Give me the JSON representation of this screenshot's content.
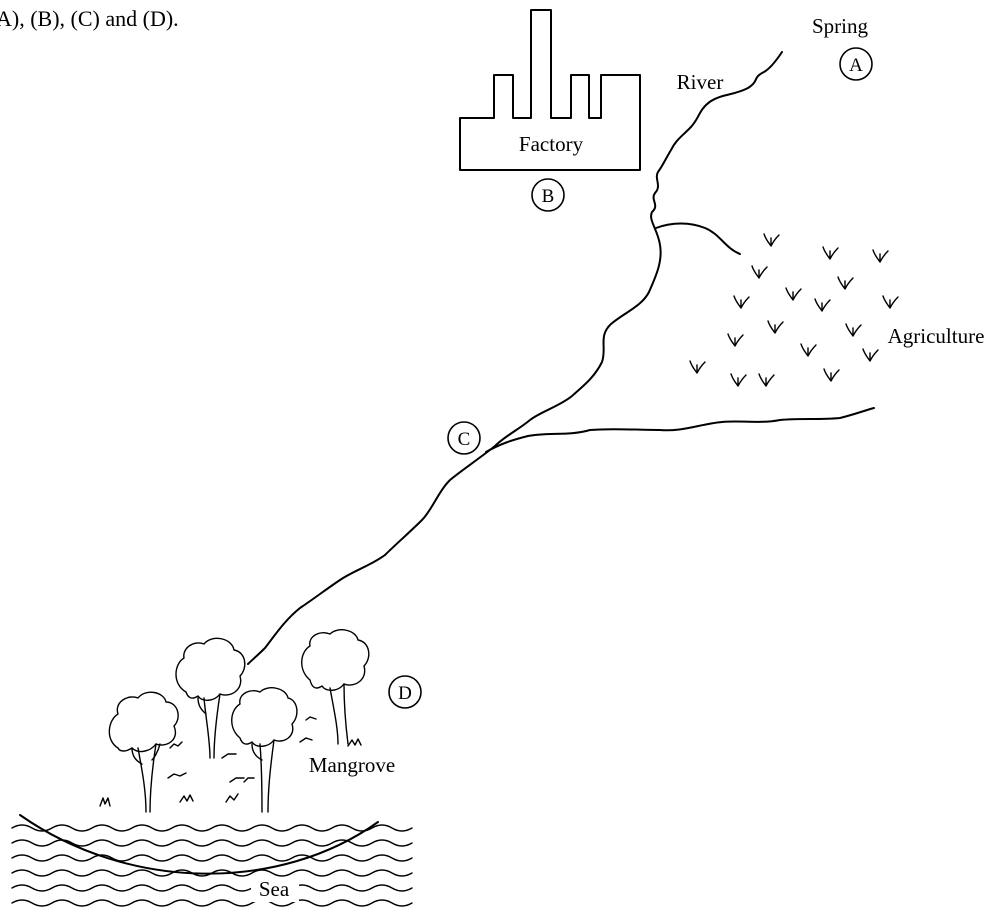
{
  "question_fragment": "A), (B), (C) and (D).",
  "labels": {
    "spring": "Spring",
    "river": "River",
    "factory": "Factory",
    "agriculture": "Agriculture",
    "mangrove": "Mangrove",
    "sea": "Sea"
  },
  "markers": {
    "a": "A",
    "b": "B",
    "c": "C",
    "d": "D"
  }
}
